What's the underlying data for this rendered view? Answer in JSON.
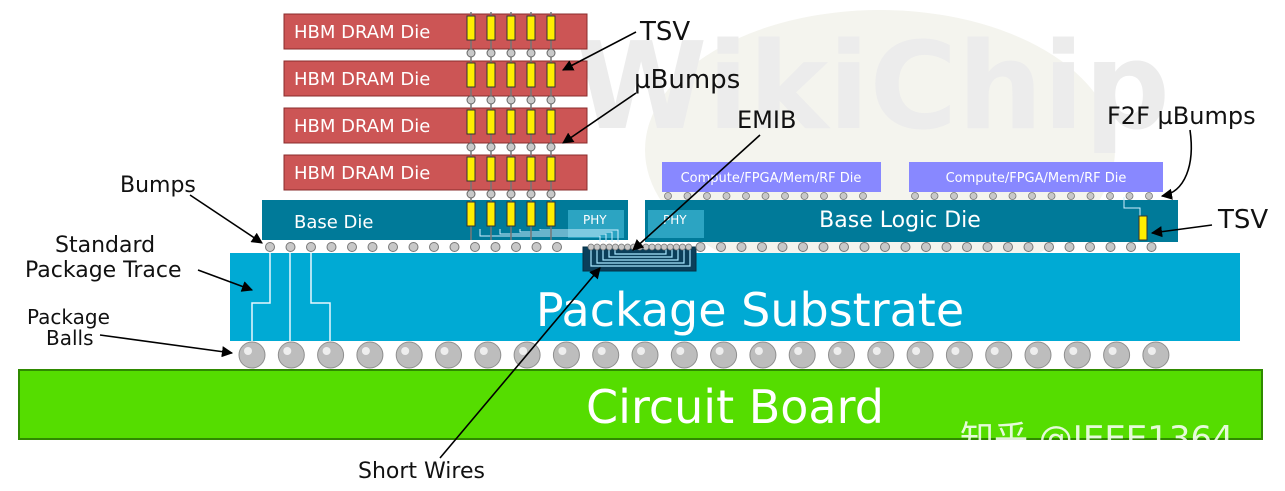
{
  "watermark": "WikiChip",
  "hbm_dies": [
    "HBM DRAM Die",
    "HBM DRAM Die",
    "HBM DRAM Die",
    "HBM DRAM Die"
  ],
  "base_die": "Base Die",
  "phy": "PHY",
  "base_logic_die": "Base Logic  Die",
  "compute_dies": [
    "Compute/FPGA/Mem/RF Die",
    "Compute/FPGA/Mem/RF Die"
  ],
  "package_substrate": "Package Substrate",
  "circuit_board": "Circuit Board",
  "labels": {
    "tsv_top": "TSV",
    "ububmps": "µBumps",
    "emib": "EMIB",
    "f2f": "F2F µBumps",
    "tsv_right": "TSV",
    "bumps": "Bumps",
    "standard_1": "Standard",
    "standard_2": "Package Trace",
    "balls_1": "Package",
    "balls_2": "Balls",
    "short_wires": "Short Wires"
  },
  "footer_watermark": "知乎 @IEEE1364",
  "colors": {
    "hbm": "#cc5555",
    "base": "#007a99",
    "substrate": "#00aad4",
    "board": "#55dd00",
    "compute": "#8888ff",
    "tsv": "#ffee00"
  }
}
